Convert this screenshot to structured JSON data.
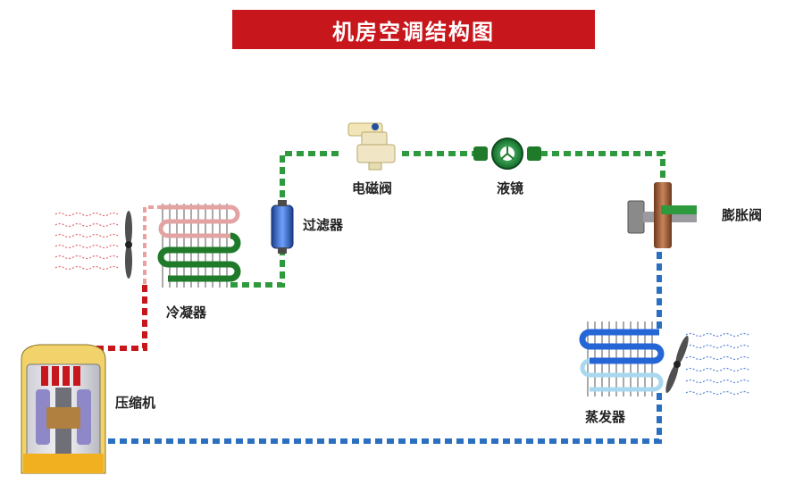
{
  "title": "机房空调结构图",
  "labels": {
    "solenoid_valve": "电磁阀",
    "sight_glass": "液镜",
    "filter_drier": "过滤器",
    "expansion_valve": "膨胀阀",
    "condenser": "冷凝器",
    "compressor": "压缩机",
    "evaporator": "蒸发器"
  },
  "colors": {
    "title_bg": "#c8161d",
    "hot_gas": "#c8161d",
    "liquid": "#2e9a3e",
    "suction": "#2b6fc0",
    "condenser_coil": "#1f7a2a",
    "evaporator_coil": "#2566d6"
  }
}
